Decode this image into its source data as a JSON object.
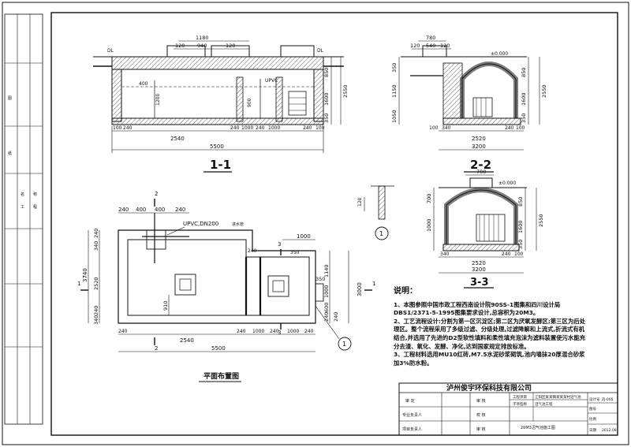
{
  "section_1_1": {
    "title": "1-1",
    "top_dims": [
      "1180",
      "120",
      "940",
      "120"
    ],
    "bottom_small": [
      "100",
      "240",
      "240",
      "1000",
      "240",
      "1000",
      "240",
      "100"
    ],
    "bottom_main": "2540",
    "total": "5500",
    "dl_left": "DL",
    "dl_right": "DL",
    "inner": [
      "400",
      "1200",
      "900",
      "UPVC"
    ],
    "right_dims": [
      "850",
      "1600",
      "350",
      "2550"
    ]
  },
  "section_2_2": {
    "title": "2-2",
    "top_dims": [
      "780",
      "120",
      "540",
      "120"
    ],
    "level": "±0.000",
    "left_dims": [
      "350",
      "1150",
      "1050"
    ],
    "right_dims": [
      "850",
      "1600",
      "350",
      "2550"
    ],
    "bottom_small": [
      "100",
      "340",
      "240",
      "100"
    ],
    "bottom_main": "2520",
    "total": "3200"
  },
  "section_3_3": {
    "title": "3-3",
    "top_dim": "700",
    "level": "±0.000",
    "left_dims": [
      "700",
      "1000"
    ],
    "right_dims": [
      "850",
      "1600",
      "350",
      "2550"
    ],
    "bottom_small": [
      "340",
      "240",
      "100"
    ],
    "bottom_main": "2520",
    "total": "3200"
  },
  "detail_1": {
    "dim": "120",
    "marker": "1"
  },
  "plan": {
    "title": "平面布置图",
    "pipe_label": "UPVC,DN200",
    "sub_label": "进水管",
    "section_marks": [
      "1",
      "1",
      "2",
      "2",
      "3",
      "3"
    ],
    "top_dims": [
      "240",
      "400",
      "400",
      "240"
    ],
    "top_right_dim": "1000",
    "left_dims": [
      "240",
      "340",
      "2520",
      "240",
      "340"
    ],
    "left_total": "3740",
    "right_dims": [
      "1140",
      "350",
      "1000",
      "600",
      "240",
      "240"
    ],
    "right_total": "3000",
    "inner_dims": [
      "910",
      "240",
      "350"
    ],
    "bottom_small": [
      "240",
      "240",
      "1000",
      "240",
      "1000",
      "240"
    ],
    "bottom_main": "2540",
    "bottom_total": "5500",
    "marker_right": "1"
  },
  "notes": {
    "title": "说明：",
    "items": [
      "1、本图参照中国市政工程西南设计院90SS-1图集和四川设计局DBS1/2371-5-1995图集要求设计,总容积为20M3。",
      "2、工艺流程设计:分割为第一区沉淀区;第二区为厌氧发酵区;第三区为后处理区。整个流程采用了多级过滤、分级处理,过滤降解和上流式,折流式有机结合,并选用了先进的D2型软性填料和柔性填充泡沫为滤料装置使污水能充分去渣、氧化、发酵、净化,达到国家规定排放标准。",
      "3、工程材料选用MU10红砖,M7.5水泥砂浆砌筑,池内墙抹20厚混合砂浆加3%防水粉。"
    ]
  },
  "title_block": {
    "company": "泸州俊宇环保科技有限公司",
    "row1": [
      "工程项目",
      "江阳区某某镇某某某村沼气池"
    ],
    "row2": [
      "子项名称",
      "沼气池工程"
    ],
    "drawing_name": "20M3沼气池施工图",
    "left_labels": [
      "审 定",
      "专业负责人",
      "项目负责人"
    ],
    "mid_labels": [
      "审 核",
      "校 核",
      "审 核"
    ],
    "right_labels": [
      "设计号",
      "图号",
      "比例",
      "日期"
    ],
    "right_values": [
      "ZJ-005",
      "",
      "",
      "2012.08"
    ]
  },
  "left_strip": {
    "labels": [
      "图",
      "纸",
      "名",
      "称",
      "工",
      "程"
    ]
  },
  "colors": {
    "line": "#111111",
    "hatch": "#555555"
  }
}
